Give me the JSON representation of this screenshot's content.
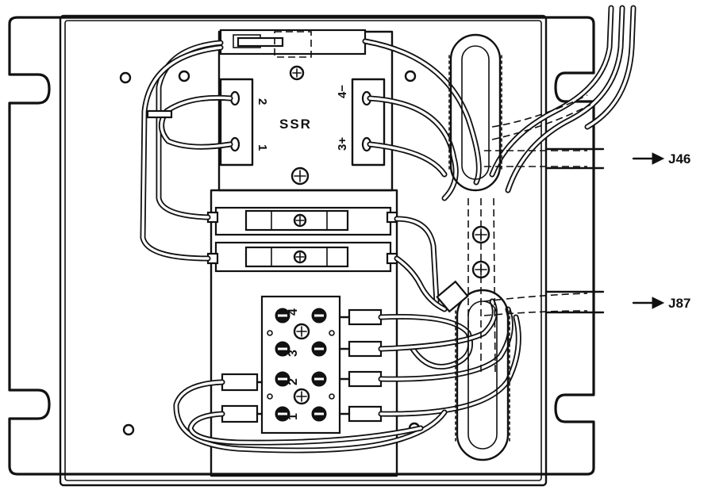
{
  "relay": {
    "name": "SSR",
    "terminals": {
      "t1": "1",
      "t2": "2",
      "t3": "3+",
      "t4": "4−"
    }
  },
  "terminal_block": {
    "labels": [
      "4",
      "3",
      "2",
      "1"
    ]
  },
  "connectors": [
    {
      "label": "J46"
    },
    {
      "label": "J87"
    }
  ],
  "icons": [
    "arrow-right-icon",
    "screw-icon",
    "mounting-hole-icon",
    "slot-icon"
  ]
}
